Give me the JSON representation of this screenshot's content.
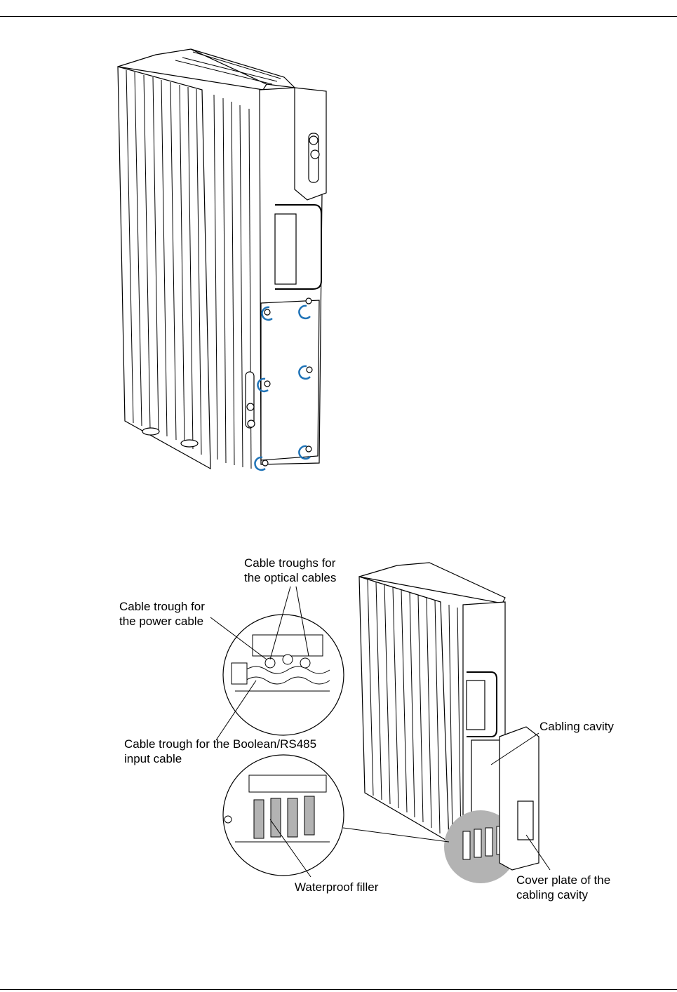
{
  "figure_bottom": {
    "labels": {
      "optical_troughs": "Cable troughs for\nthe optical cables",
      "power_trough": "Cable trough for\nthe power cable",
      "boolean_trough": "Cable trough for the Boolean/RS485\ninput cable",
      "cabling_cavity": "Cabling cavity",
      "waterproof_filler": "Waterproof filler",
      "cover_plate": "Cover plate of the\ncabling cavity"
    }
  },
  "colors": {
    "line": "#000000",
    "arrow": "#1f73b7",
    "highlight": "#b3b3b3"
  }
}
